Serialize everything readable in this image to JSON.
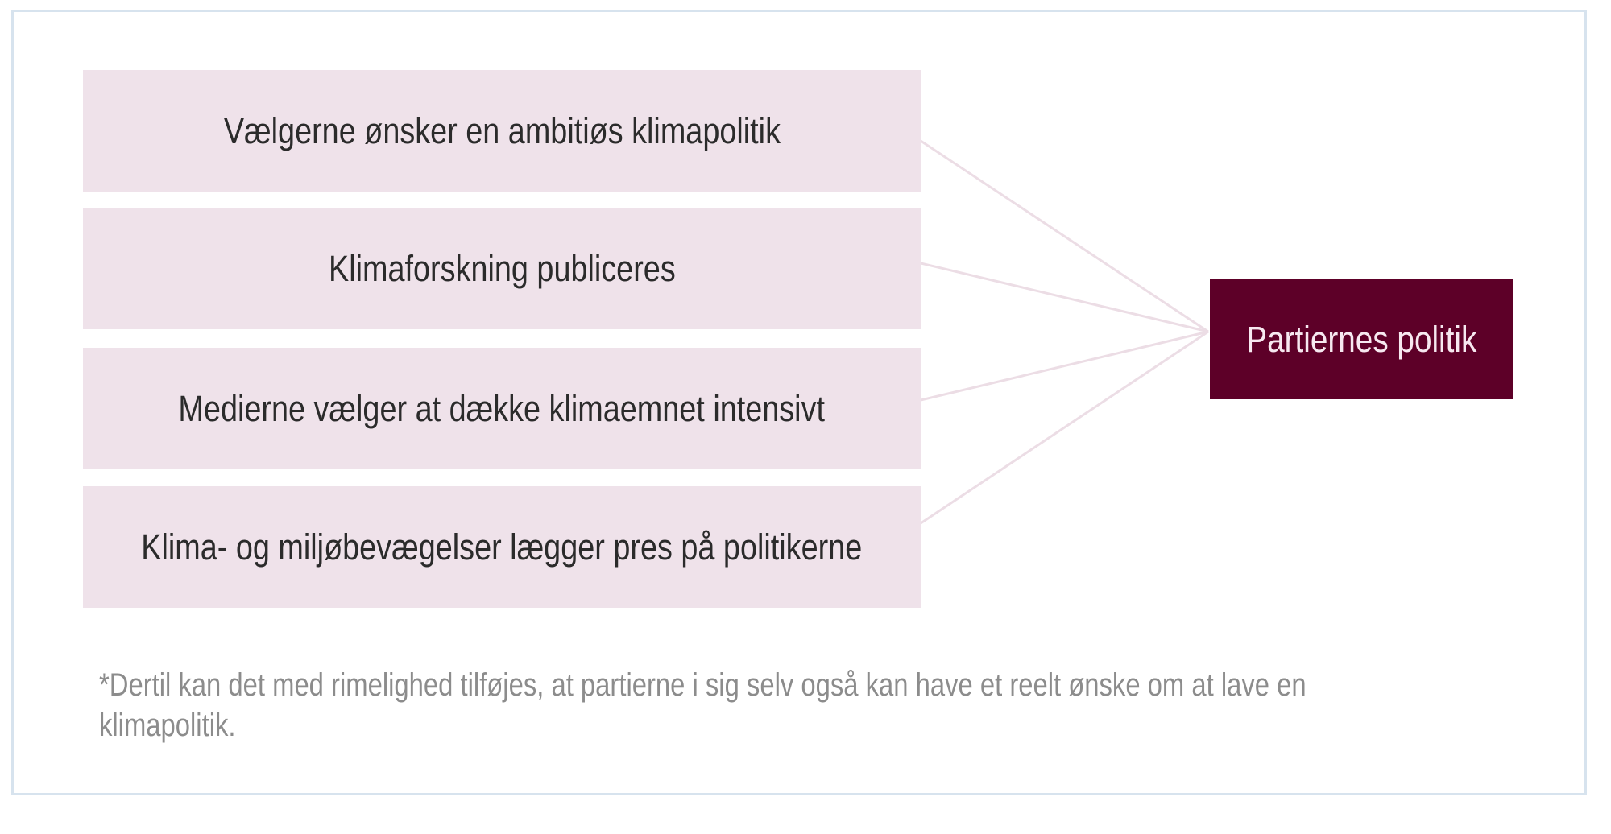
{
  "diagram": {
    "factors": [
      {
        "label": "Vælgerne ønsker en ambitiøs klimapolitik"
      },
      {
        "label": "Klimaforskning publiceres"
      },
      {
        "label": "Medierne vælger at dække klimaemnet intensivt"
      },
      {
        "label": "Klima- og miljøbevægelser lægger pres på politikerne"
      }
    ],
    "outcome": {
      "label": "Partiernes politik"
    },
    "footnote": {
      "line1": "*Dertil kan det med rimelighed tilføjes, at partierne i sig selv også kan have et reelt ønske om at lave en",
      "line2": "klimapolitik."
    },
    "colors": {
      "factor_bg": "#efe2ea",
      "outcome_bg": "#5d0028",
      "outcome_text": "#f7e8f0",
      "connector": "#ecdde5",
      "frame_border": "#d7e3ee",
      "footnote_text": "#8c8c8c"
    }
  }
}
